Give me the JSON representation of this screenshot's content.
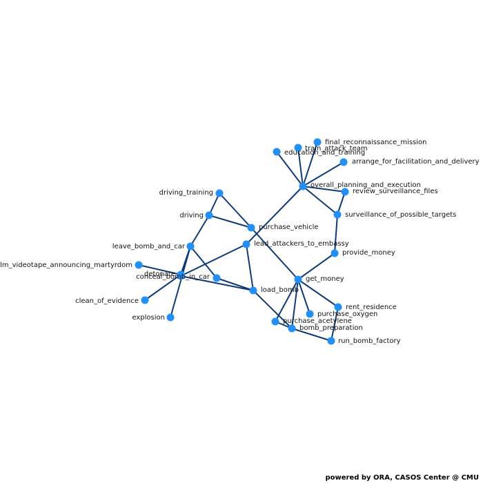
{
  "diagram": {
    "nodes": [
      {
        "id": "final_reconnaissance_mission",
        "label": "final_reconnaissance_mission"
      },
      {
        "id": "train_attack_team",
        "label": "train_attack_team"
      },
      {
        "id": "education_and_training",
        "label": "education_and_training"
      },
      {
        "id": "arrange_for_facilitation_and_delivery",
        "label": "arrange_for_facilitation_and_delivery"
      },
      {
        "id": "overall_planning_and_execution",
        "label": "overall_planning_and_execution"
      },
      {
        "id": "review_surveillance_files",
        "label": "review_surveillance_files"
      },
      {
        "id": "surveillance_of_possible_targets",
        "label": "surveillance_of_possible_targets"
      },
      {
        "id": "driving_training",
        "label": "driving_training"
      },
      {
        "id": "driving",
        "label": "driving"
      },
      {
        "id": "purchase_vehicle",
        "label": "purchase_vehicle"
      },
      {
        "id": "lead_attackers_to_embassy",
        "label": "lead_attackers_to_embassy"
      },
      {
        "id": "leave_bomb_and_car",
        "label": "leave_bomb_and_car"
      },
      {
        "id": "provide_money",
        "label": "provide_money"
      },
      {
        "id": "film_videotape_announcing_martyrdom",
        "label": "film_videotape_announcing_martyrdom"
      },
      {
        "id": "detonate",
        "label": "detonate"
      },
      {
        "id": "conceal_bomb_in_car",
        "label": "conceal_bomb_in_car"
      },
      {
        "id": "get_money",
        "label": "get_money"
      },
      {
        "id": "load_bomb",
        "label": "load_bomb"
      },
      {
        "id": "clean_of_evidence",
        "label": "clean_of_evidence"
      },
      {
        "id": "rent_residence",
        "label": "rent_residence"
      },
      {
        "id": "purchase_oxygen",
        "label": "purchase_oxygen"
      },
      {
        "id": "explosion",
        "label": "explosion"
      },
      {
        "id": "purchase_acetylene",
        "label": "purchase_acetylene"
      },
      {
        "id": "bomb_preparation",
        "label": "bomb_preparation"
      },
      {
        "id": "run_bomb_factory",
        "label": "run_bomb_factory"
      }
    ],
    "edges": [
      [
        "overall_planning_and_execution",
        "final_reconnaissance_mission"
      ],
      [
        "overall_planning_and_execution",
        "train_attack_team"
      ],
      [
        "overall_planning_and_execution",
        "education_and_training"
      ],
      [
        "overall_planning_and_execution",
        "arrange_for_facilitation_and_delivery"
      ],
      [
        "overall_planning_and_execution",
        "review_surveillance_files"
      ],
      [
        "overall_planning_and_execution",
        "surveillance_of_possible_targets"
      ],
      [
        "overall_planning_and_execution",
        "lead_attackers_to_embassy"
      ],
      [
        "review_surveillance_files",
        "surveillance_of_possible_targets"
      ],
      [
        "surveillance_of_possible_targets",
        "provide_money"
      ],
      [
        "provide_money",
        "get_money"
      ],
      [
        "driving_training",
        "driving"
      ],
      [
        "driving_training",
        "purchase_vehicle"
      ],
      [
        "driving",
        "purchase_vehicle"
      ],
      [
        "driving",
        "leave_bomb_and_car"
      ],
      [
        "purchase_vehicle",
        "get_money"
      ],
      [
        "lead_attackers_to_embassy",
        "conceal_bomb_in_car"
      ],
      [
        "lead_attackers_to_embassy",
        "load_bomb"
      ],
      [
        "leave_bomb_and_car",
        "detonate"
      ],
      [
        "leave_bomb_and_car",
        "conceal_bomb_in_car"
      ],
      [
        "leave_bomb_and_car",
        "explosion"
      ],
      [
        "film_videotape_announcing_martyrdom",
        "detonate"
      ],
      [
        "detonate",
        "clean_of_evidence"
      ],
      [
        "conceal_bomb_in_car",
        "load_bomb"
      ],
      [
        "load_bomb",
        "bomb_preparation"
      ],
      [
        "get_money",
        "purchase_acetylene"
      ],
      [
        "get_money",
        "purchase_oxygen"
      ],
      [
        "get_money",
        "rent_residence"
      ],
      [
        "get_money",
        "bomb_preparation"
      ],
      [
        "purchase_acetylene",
        "bomb_preparation"
      ],
      [
        "bomb_preparation",
        "run_bomb_factory"
      ],
      [
        "rent_residence",
        "run_bomb_factory"
      ]
    ]
  },
  "footer": {
    "credit": "powered by ORA, CASOS Center @ CMU"
  },
  "colors": {
    "node": "#1e90ff",
    "edge": "#0b3a7a"
  }
}
